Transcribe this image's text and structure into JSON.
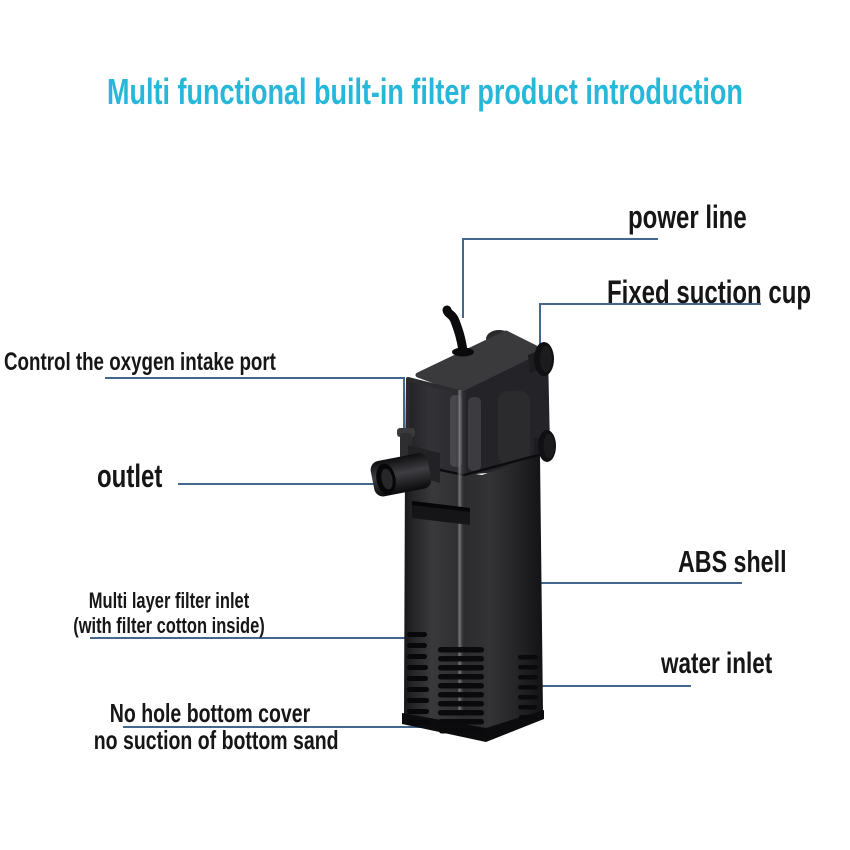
{
  "title": "Multi functional built-in filter product introduction",
  "labels": {
    "power_line": "power line",
    "fixed_suction_cup": "Fixed suction cup",
    "oxygen_intake": "Control the oxygen intake port",
    "outlet": "outlet",
    "abs_shell": "ABS shell",
    "water_inlet": "water inlet",
    "filter_inlet_line1": "Multi layer filter inlet",
    "filter_inlet_line2": "(with filter cotton inside)",
    "bottom_cover_line1": "No hole bottom cover",
    "bottom_cover_line2": "no suction of bottom sand"
  },
  "colors": {
    "title": "#27b7d8",
    "callout_line": "#44688c",
    "label_text": "#161616",
    "background": "#ffffff",
    "product_dark": "#101013",
    "product_mid": "#2e2e30",
    "product_highlight": "#8a8a8e"
  }
}
